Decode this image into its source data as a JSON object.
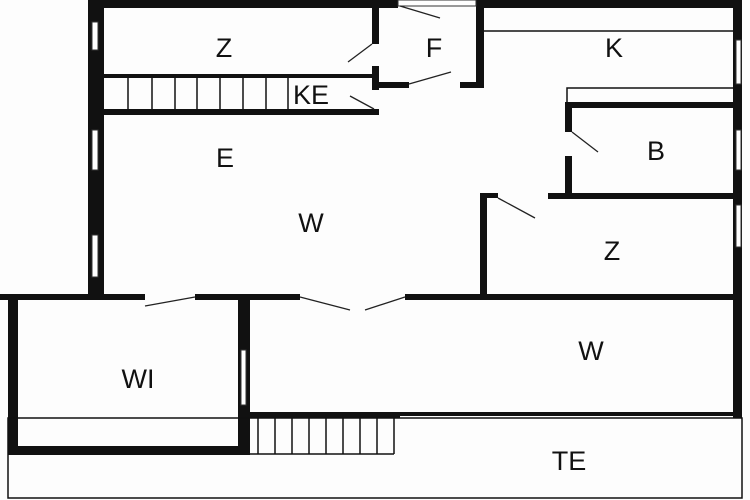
{
  "floor_plan": {
    "rooms": {
      "z_top": "Z",
      "f": "F",
      "k": "K",
      "ke": "KE",
      "e": "E",
      "b": "B",
      "w_top": "W",
      "z_right": "Z",
      "w_bottom": "W",
      "wi": "WI",
      "te": "TE"
    }
  }
}
